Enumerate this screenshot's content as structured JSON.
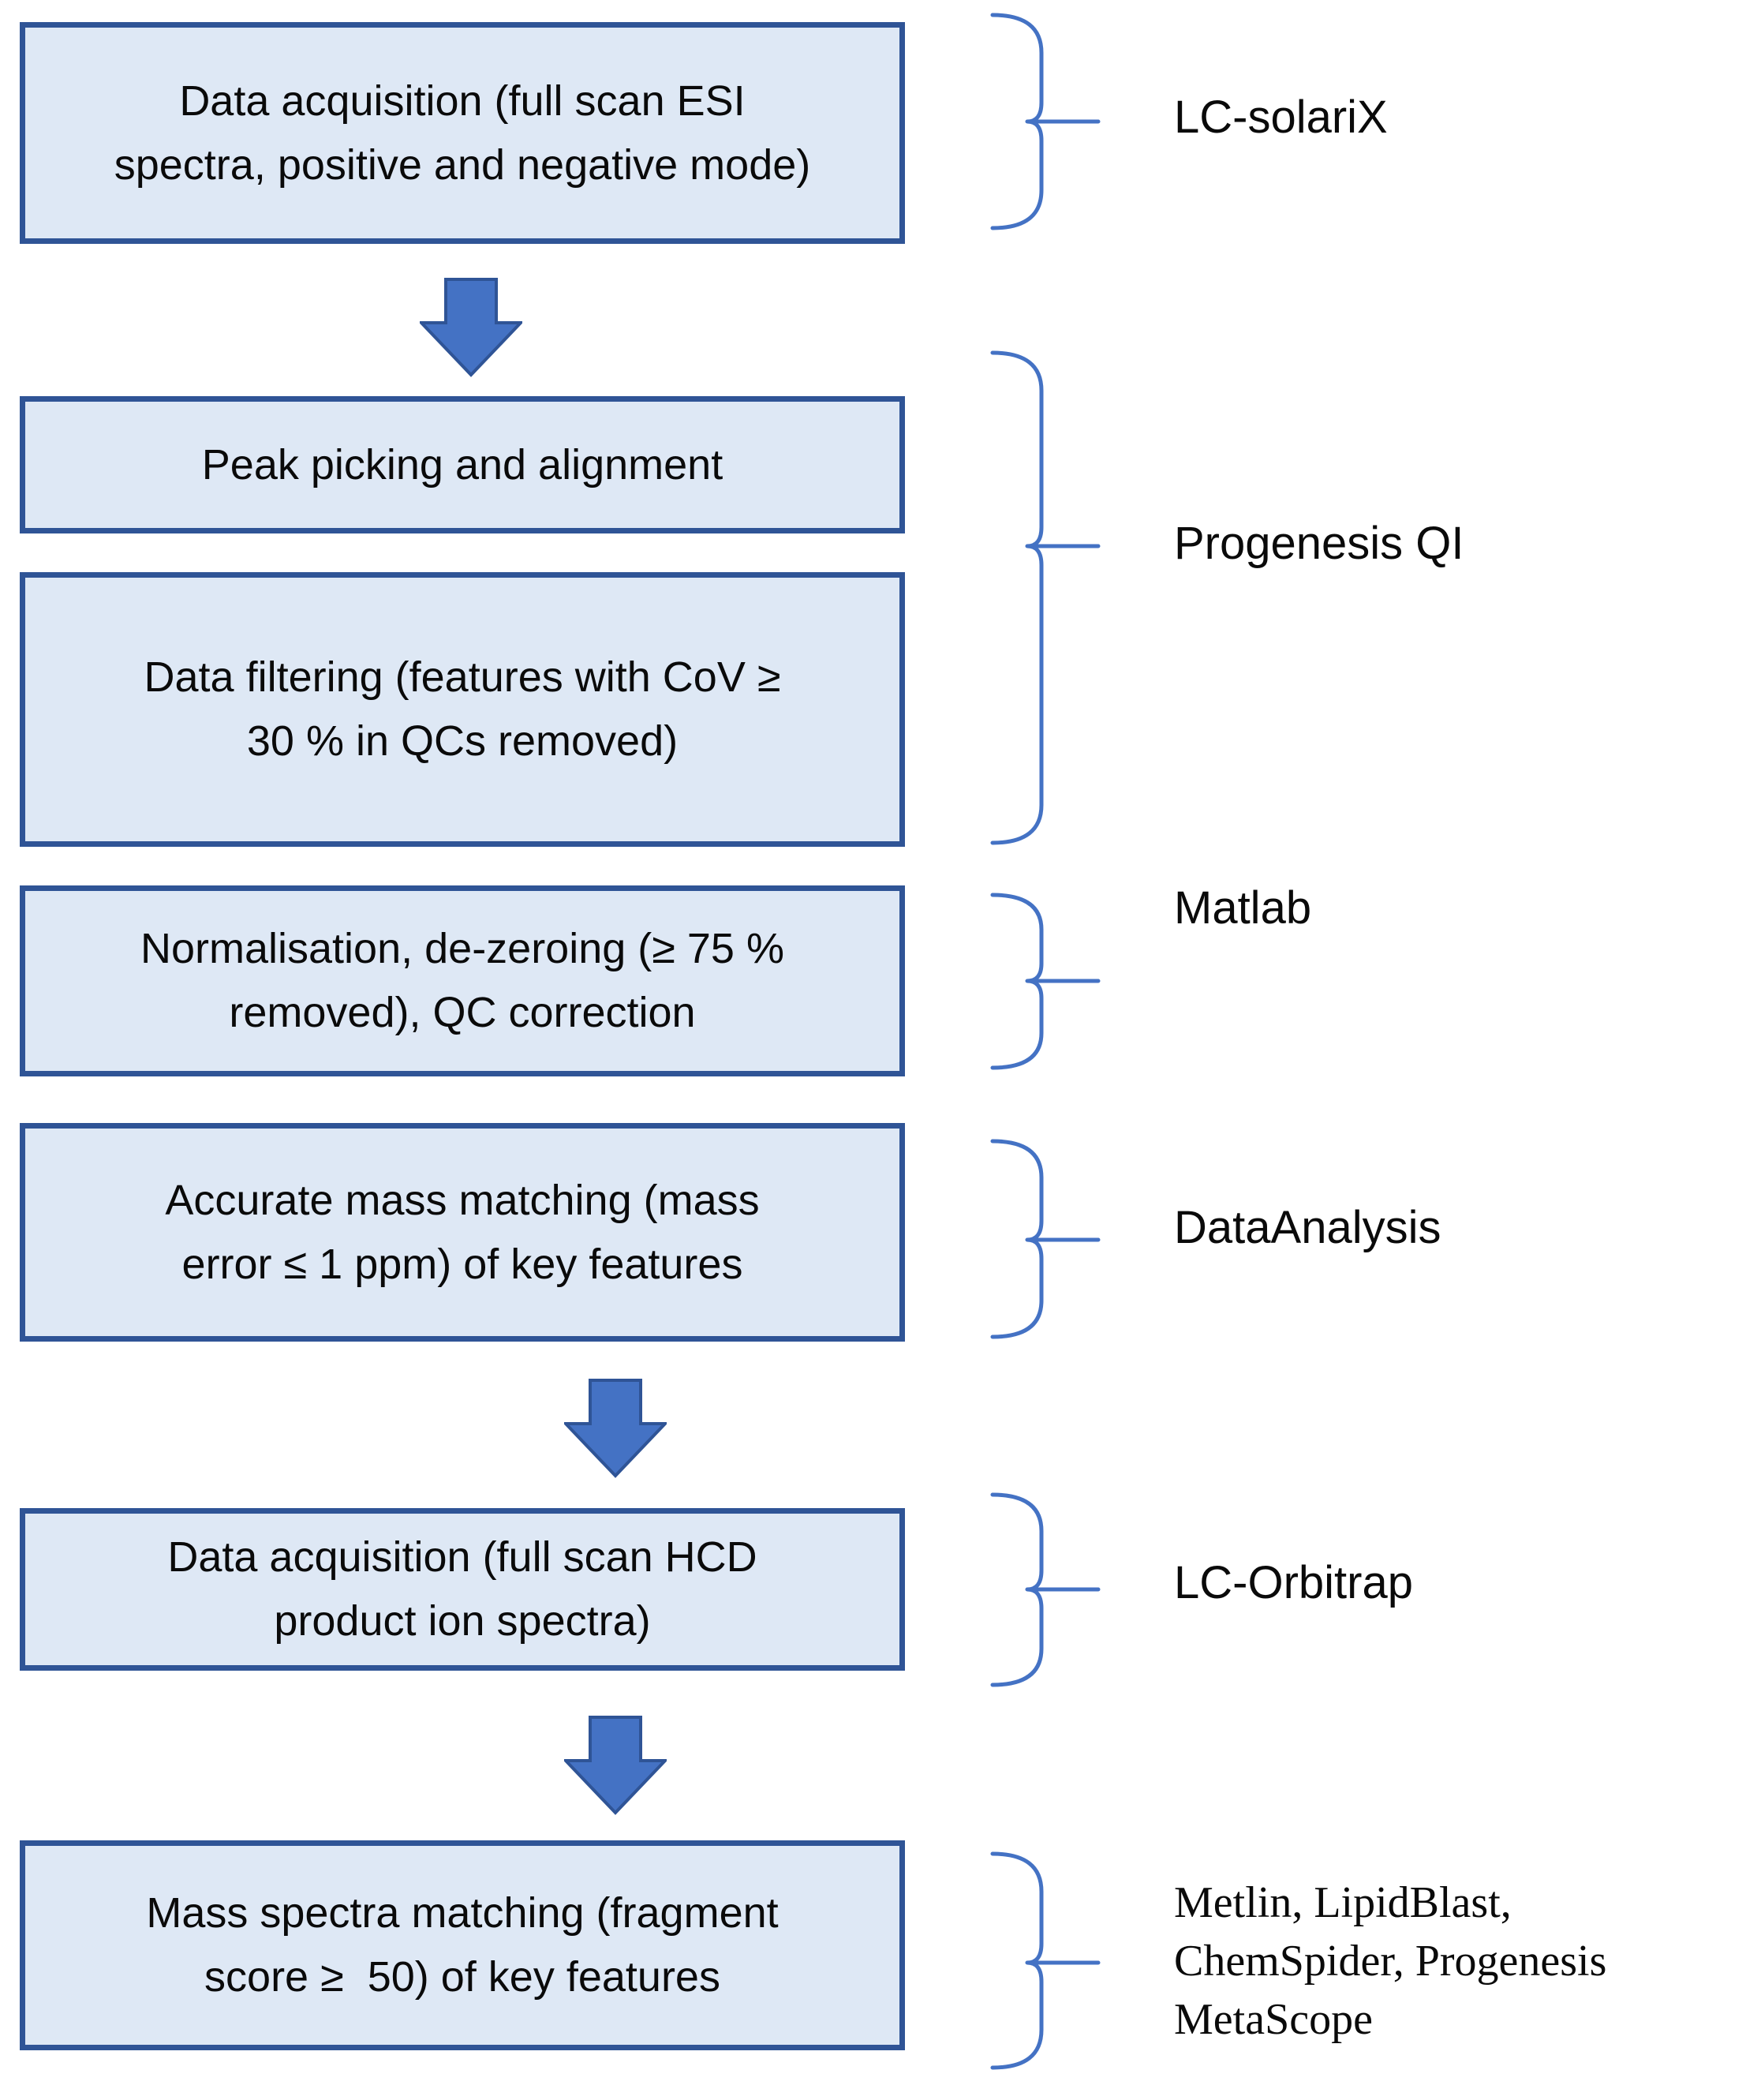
{
  "flow": {
    "steps": [
      {
        "id": "data-acquisition-esi",
        "text": "Data acquisition (full scan ESI\nspectra, positive and negative mode)"
      },
      {
        "id": "peak-picking",
        "text": "Peak picking and alignment"
      },
      {
        "id": "data-filtering",
        "text": "Data filtering (features with CoV ≥\n30 % in QCs removed)"
      },
      {
        "id": "normalisation",
        "text": "Normalisation, de-zeroing (≥ 75 %\nremoved), QC correction"
      },
      {
        "id": "accurate-mass-matching",
        "text": "Accurate mass matching (mass\nerror ≤ 1 ppm) of key features"
      },
      {
        "id": "data-acquisition-hcd",
        "text": "Data acquisition (full scan HCD\nproduct ion spectra)"
      },
      {
        "id": "mass-spectra-matching",
        "text": "Mass spectra matching (fragment\nscore ≥  50) of key features"
      }
    ],
    "tools": [
      {
        "id": "lc-solarix",
        "text": "LC-solariX"
      },
      {
        "id": "progenesis-qi",
        "text": "Progenesis QI"
      },
      {
        "id": "matlab",
        "text": "Matlab"
      },
      {
        "id": "dataanalysis",
        "text": "DataAnalysis"
      },
      {
        "id": "lc-orbitrap",
        "text": "LC-Orbitrap"
      },
      {
        "id": "databases",
        "text": "Metlin, LipidBlast,\nChemSpider, Progenesis\nMetaScope"
      }
    ],
    "colors": {
      "box_fill": "#dee8f5",
      "box_border": "#2f5496",
      "arrow_fill": "#4472c4",
      "arrow_border": "#2f5496",
      "brace": "#4472c4",
      "text": "#0a0a0a"
    }
  }
}
